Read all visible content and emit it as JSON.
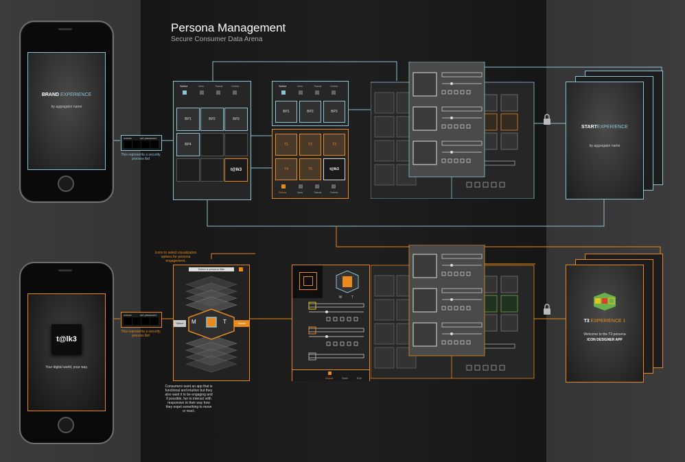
{
  "header": {
    "title": "Persona Management",
    "subtitle": "Secure Consumer Data Arena"
  },
  "colors": {
    "blue": "#8fc3d4",
    "orange": "#e88a1d",
    "accent_red": "#e23b2a",
    "accent_green": "#6ab04c",
    "accent_yellow": "#e8c21d",
    "bg_dark": "#161616",
    "bg_side": "#3a3a3a"
  },
  "phone_top": {
    "brand_bold": "BRAND",
    "brand_light": " EXPERIENCE",
    "by_line": "by aggragator name"
  },
  "phone_bottom": {
    "logo": "t@lk3",
    "tagline": "Your digital world, your way."
  },
  "security": {
    "unlock": "unlock",
    "set_password": "set password",
    "note": "This represents a security process tbd"
  },
  "wire_top": {
    "tabs": [
      "Select",
      "New",
      "Tweak",
      "Delete"
    ],
    "tiles": [
      "BP1",
      "BP2",
      "BP3",
      "BP4",
      "",
      "",
      "",
      "",
      "t@lk3"
    ]
  },
  "wire_mid": {
    "tabs": [
      "Select",
      "New",
      "Tweak",
      "Delete"
    ],
    "tiles": [
      "BP1",
      "BP2",
      "BP3"
    ]
  },
  "wire_orange": {
    "tiles": [
      "T1",
      "T2",
      "T3",
      "T4",
      "T5",
      "t@lk3"
    ],
    "tabs": [
      "Select",
      "New",
      "Tweak",
      "Delete"
    ]
  },
  "viz_note": "Icons to select visualization options for persona engagement.",
  "persona_app": {
    "filter": "Select a persona filter",
    "select": "Select",
    "tweak": "Tweak",
    "m_label": "M",
    "t_label": "T"
  },
  "consumer_note": "Consumers want an app that is functional and intuitive but they also want it to be engaging and if possible, fun to interact with responsive to their way how they expet something to move or react.",
  "icon_designer": {
    "m_label": "M",
    "t_label": "T",
    "bottom_tabs": [
      "Import",
      "Save",
      "Exit"
    ]
  },
  "start_card": {
    "bold": "START",
    "light": "EXPERIENCE",
    "by_line": "by aggragator name"
  },
  "t3_card": {
    "bold": "T3",
    "light": "EXPERIENCE 1",
    "line1": "Welcome to the T3 persona",
    "line2": "ICON DESIGNER APP"
  }
}
